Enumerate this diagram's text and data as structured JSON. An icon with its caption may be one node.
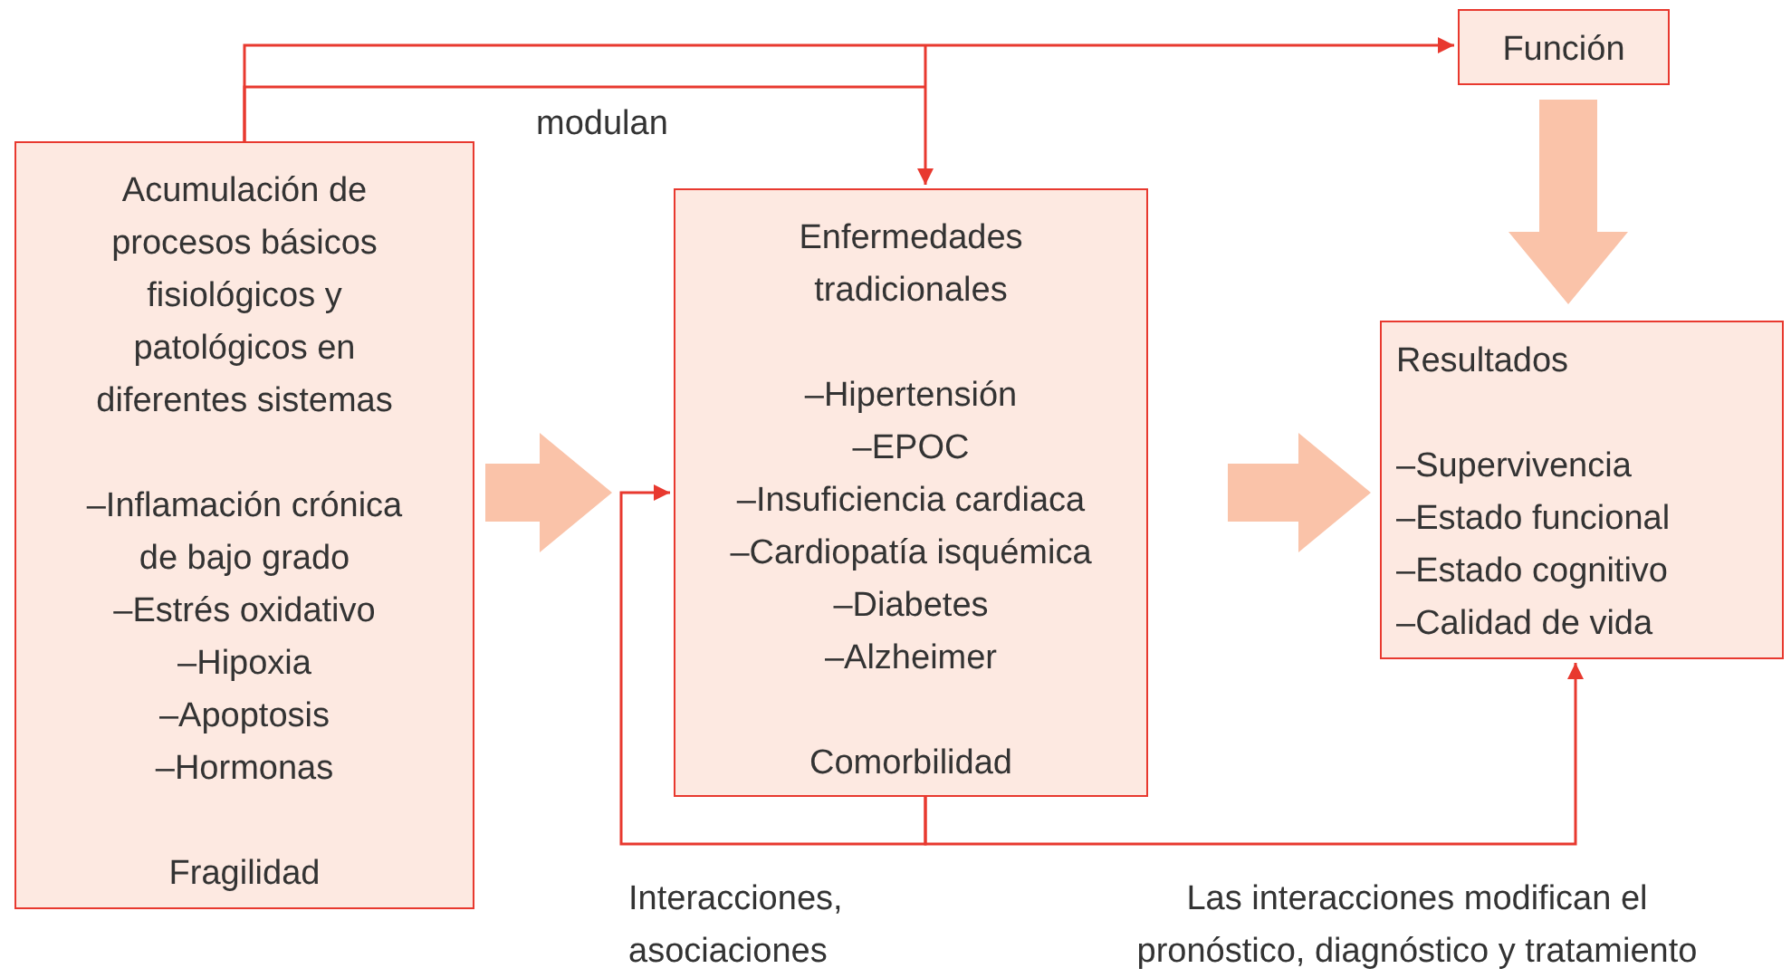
{
  "diagram": {
    "nodes": [
      {
        "text": [
          "Acumulación de procesos básicos fisiológicos y patológicos en diferentes sistemas",
          "–Inflamación crónica de bajo grado",
          "–Estrés oxidativo",
          "–Hipoxia",
          "–Apoptosis",
          "–Hormonas",
          "Fragilidad"
        ]
      },
      {
        "text": [
          "Enfermedades tradicionales",
          "–Hipertensión",
          "–EPOC",
          "–Insuficiencia cardiaca",
          "–Cardiopatía isquémica",
          "–Diabetes",
          "–Alzheimer",
          "Comorbilidad"
        ]
      },
      {
        "text": [
          "Función"
        ]
      },
      {
        "text": [
          "Resultados",
          "–Supervivencia",
          "–Estado funcional",
          "–Estado cognitivo",
          "–Calidad de vida"
        ]
      }
    ],
    "edges": [
      {
        "from": 0,
        "to": 2,
        "arrow": "to"
      },
      {
        "from": 0,
        "to": 1,
        "arrow": "to",
        "label": "modulan"
      },
      {
        "from": 0,
        "to": 1,
        "arrow": "to",
        "style": "thick",
        "color": "#fac3a9"
      },
      {
        "from": 1,
        "to": 3,
        "arrow": "to",
        "style": "thick",
        "color": "#fac3a9"
      },
      {
        "from": 2,
        "to": 3,
        "arrow": "to",
        "style": "thick",
        "color": "#fac3a9"
      },
      {
        "from": 1,
        "to": 1,
        "arrow": "to",
        "label": "Interacciones, asociaciones"
      },
      {
        "from": 1,
        "to": 3,
        "arrow": "to",
        "label": "Las interacciones modifican el pronóstico, diagnóstico y tratamiento"
      }
    ]
  }
}
